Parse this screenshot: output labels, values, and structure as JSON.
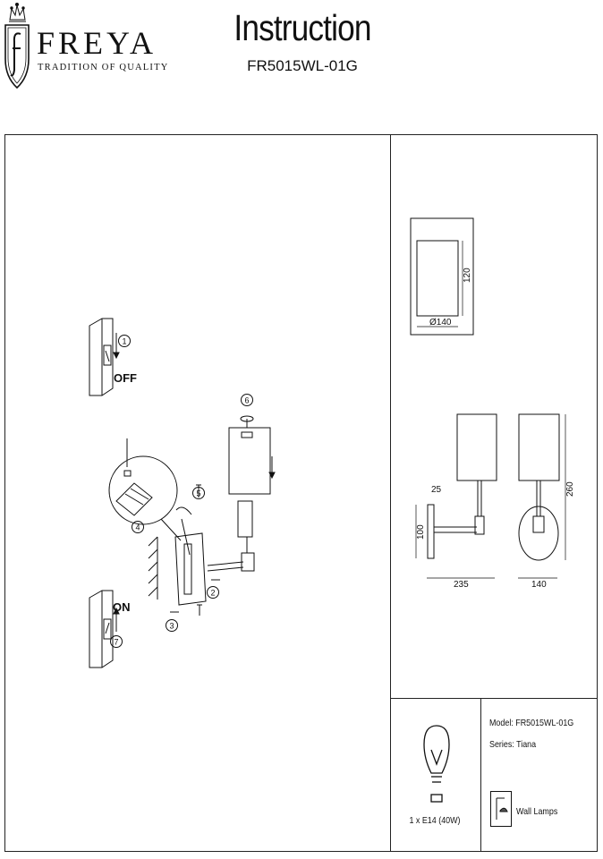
{
  "header": {
    "brand_name": "FREYA",
    "brand_tagline": "TRADITION OF QUALITY",
    "title": "Instruction",
    "model_code": "FR5015WL-01G"
  },
  "assembly": {
    "steps": [
      "1",
      "2",
      "3",
      "4",
      "5",
      "6",
      "7"
    ],
    "switch_off_label": "OFF",
    "switch_on_label": "ON"
  },
  "shade_dims": {
    "diameter": "Ø140",
    "height": "120"
  },
  "lamp_dims": {
    "width": "235",
    "depth": "140",
    "height": "260",
    "plate_height": "100",
    "offset": "25"
  },
  "bulb": {
    "label": "1 x E14 (40W)"
  },
  "product": {
    "model": "Model: FR5015WL-01G",
    "series": "Series: Tiana",
    "category": "Wall Lamps"
  }
}
